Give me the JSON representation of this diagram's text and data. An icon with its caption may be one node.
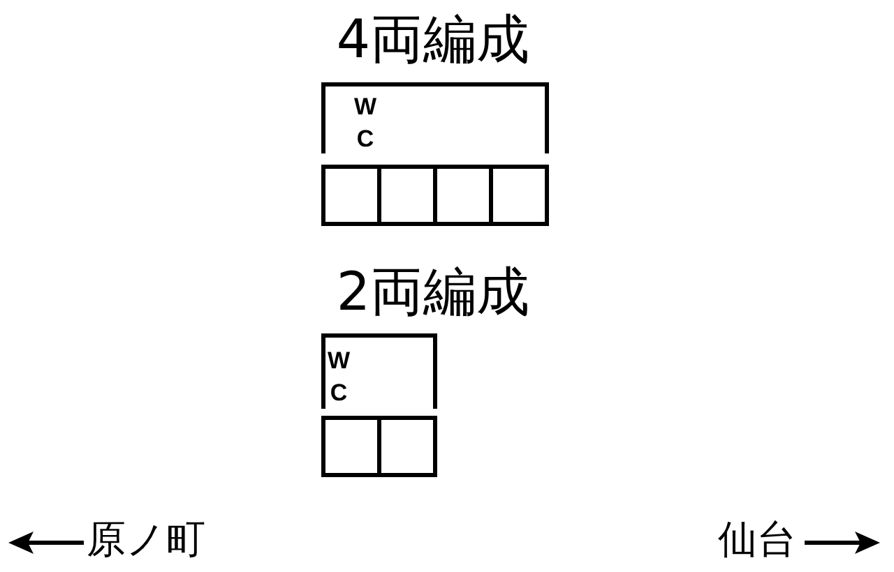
{
  "diagram": {
    "nodes": [
      {
        "text": [
          "WC"
        ]
      },
      {
        "text": [],
        "shape": "box"
      },
      {
        "text": [],
        "shape": "box"
      },
      {
        "text": [],
        "shape": "box"
      },
      {
        "text": [],
        "shape": "box"
      },
      {
        "text": [
          "WC"
        ]
      },
      {
        "text": [],
        "shape": "box"
      },
      {
        "text": [],
        "shape": "box"
      }
    ],
    "labels": [
      "4両編成",
      "2両編成",
      "原ノ町",
      "仙台"
    ]
  }
}
